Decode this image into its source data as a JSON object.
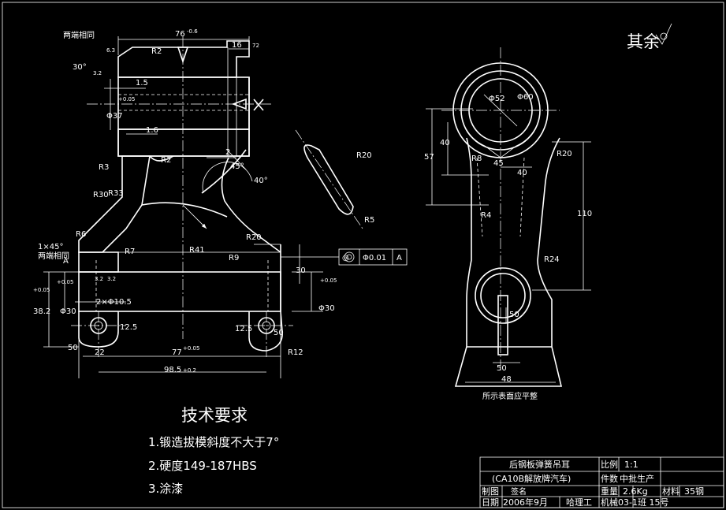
{
  "surface_finish": {
    "label": "其余"
  },
  "section_view": {
    "dims": {
      "top_width": "76",
      "top_width_tol": "-0.6",
      "right_step": "16",
      "right_step_angle": "72",
      "both_ends_same": "两端相同",
      "angle_30": "30°",
      "r2": "R2",
      "r2_lower": "R2",
      "r3": "R3",
      "r30": "R30",
      "r33": "R33",
      "r7": "R7",
      "r6": "R6",
      "r41": "R41",
      "r9": "R9",
      "r20": "R20",
      "r12": "R12",
      "dia37": "Φ37",
      "dia37_tol": "+0.05",
      "dia30_left": "Φ30",
      "dia30_left_tol": "+0.05",
      "dia30_right": "Φ30",
      "dia30_right_tol": "+0.05",
      "chamfer": "1×45°",
      "both_ends_lower": "两端相同",
      "holes": "2×Φ10.5",
      "h38": "38.2",
      "h38_tol": "+0.05",
      "d50": "50",
      "d22": "22",
      "d12_5a": "12.5",
      "d12_5b": "12.5",
      "d50b": "50",
      "d77": "77",
      "d77_tol": "+0.05",
      "d98": "98.5",
      "d98_tol": "+0.2",
      "d1_5": "1.5",
      "d1_6": "1.6",
      "d2": "2",
      "angle45": "45°",
      "angle40": "40°",
      "d30": "30",
      "rough32a": "3.2",
      "rough32b": "3.2",
      "rough63": "6.3",
      "rough32c": "3.2",
      "tolerance_frame": {
        "symbol": "◎",
        "value": "Φ0.01",
        "datum": "A"
      },
      "datum_a": "A",
      "r20_section": "R20",
      "r5_section": "R5"
    }
  },
  "side_view": {
    "dims": {
      "dia52": "Φ52",
      "dia60": "Φ60",
      "d57": "57",
      "d40v": "40",
      "r8": "R8",
      "d45": "45",
      "d40h": "40",
      "r20": "R20",
      "r4": "R4",
      "d110": "110",
      "r24": "R24",
      "d50": "50",
      "d50b": "50",
      "d48": "48",
      "bottom_note": "所示表面应平整"
    }
  },
  "tech_requirements": {
    "title": "技术要求",
    "items": [
      "1.锻造拔模斜度不大于7°",
      "2.硬度149-187HBS",
      "3.涂漆"
    ]
  },
  "title_block": {
    "part_name": "后钢板弹簧吊耳",
    "vehicle": "(CA10B解放牌汽车)",
    "scale_label": "比例",
    "scale_value": "1:1",
    "qty_label": "件数",
    "qty_value": "中批生产",
    "drawn_label": "制图",
    "drawn_value": "签名",
    "weight_label": "重量",
    "weight_value": "2.6Kg",
    "material_label": "材料",
    "material_value": "35钢",
    "date_label": "日期",
    "date_value": "2006年9月",
    "school": "哈理工",
    "class": "机械03-1班 15号"
  }
}
